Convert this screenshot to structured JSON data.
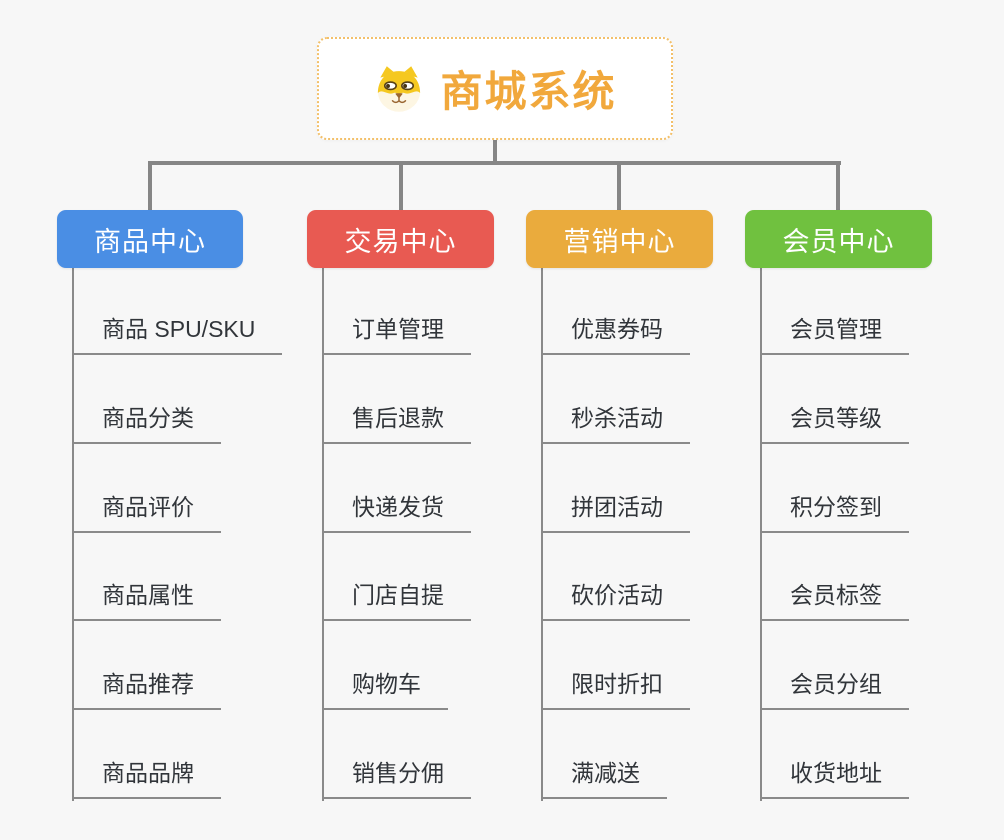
{
  "root": {
    "title": "商城系统",
    "icon": "dog-face-icon",
    "title_color": "#F1A83C",
    "border_color": "#F3C06A"
  },
  "branches": [
    {
      "label": "商品中心",
      "color": "#4A8EE4",
      "items": [
        "商品 SPU/SKU",
        "商品分类",
        "商品评价",
        "商品属性",
        "商品推荐",
        "商品品牌"
      ]
    },
    {
      "label": "交易中心",
      "color": "#E85A52",
      "items": [
        "订单管理",
        "售后退款",
        "快递发货",
        "门店自提",
        "购物车",
        "销售分佣"
      ]
    },
    {
      "label": "营销中心",
      "color": "#EAAB3D",
      "items": [
        "优惠券码",
        "秒杀活动",
        "拼团活动",
        "砍价活动",
        "限时折扣",
        "满减送"
      ]
    },
    {
      "label": "会员中心",
      "color": "#70C13F",
      "items": [
        "会员管理",
        "会员等级",
        "积分签到",
        "会员标签",
        "会员分组",
        "收货地址"
      ]
    }
  ],
  "colors": {
    "background": "#F7F7F7",
    "connector": "#868686",
    "leaf_line": "#8A8A8A",
    "leaf_text": "#31353A",
    "node_text": "#FFFFFF"
  }
}
